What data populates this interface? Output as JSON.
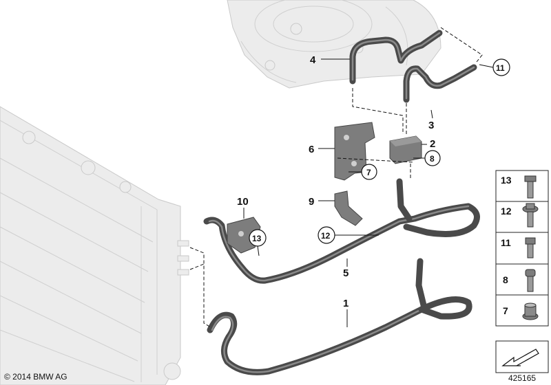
{
  "callouts": {
    "c1": "1",
    "c2": "2",
    "c3": "3",
    "c4": "4",
    "c5": "5",
    "c6": "6",
    "c7": "7",
    "c8": "8",
    "c9": "9",
    "c10": "10",
    "c11": "11",
    "c12": "12",
    "c13": "13"
  },
  "legend": [
    {
      "number": "13",
      "icon": "bolt-hex-flange-icon"
    },
    {
      "number": "12",
      "icon": "bolt-washer-icon"
    },
    {
      "number": "11",
      "icon": "bolt-hex-icon"
    },
    {
      "number": "8",
      "icon": "bolt-socket-icon"
    },
    {
      "number": "7",
      "icon": "collar-nut-icon"
    }
  ],
  "footer": {
    "copyright": "© 2014 BMW AG",
    "diagram_number": "425165"
  },
  "colors": {
    "hose": "#4a4a4a",
    "ghost": "#ececec",
    "line": "#111111"
  }
}
